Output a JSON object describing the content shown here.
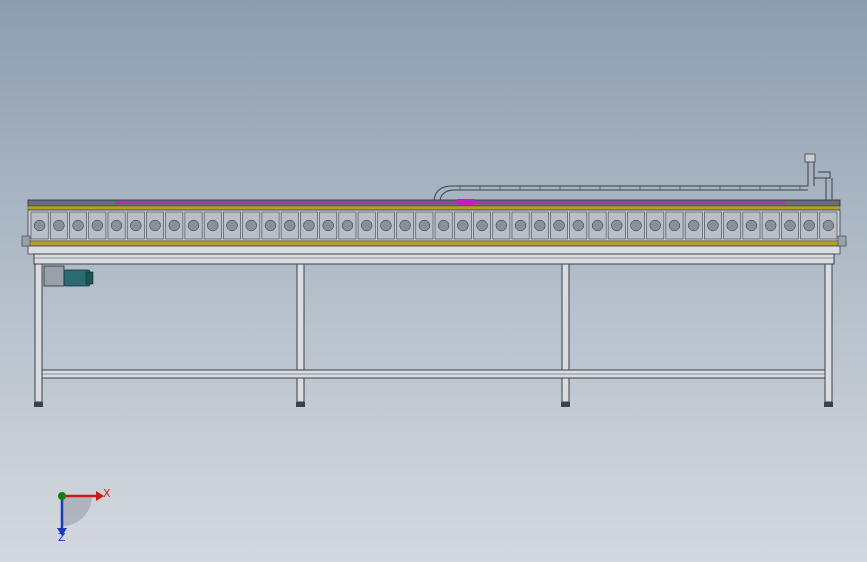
{
  "viewport": {
    "background_top": "#8d9db0",
    "background_bottom": "#d3d9de"
  },
  "model": {
    "frame_color": "#3c4048",
    "frame_fill": "#d9dde2",
    "conveyor_fill": "#c9ced4",
    "rail_color": "#b0a030",
    "accent_color": "#c020c0",
    "motor_color": "#2a6a70",
    "roller_count": 42
  },
  "triad": {
    "x_label": "X",
    "y_label": "",
    "z_label": "Z",
    "x_color": "#d01818",
    "y_color": "#108010",
    "z_color": "#1a3ab8"
  }
}
